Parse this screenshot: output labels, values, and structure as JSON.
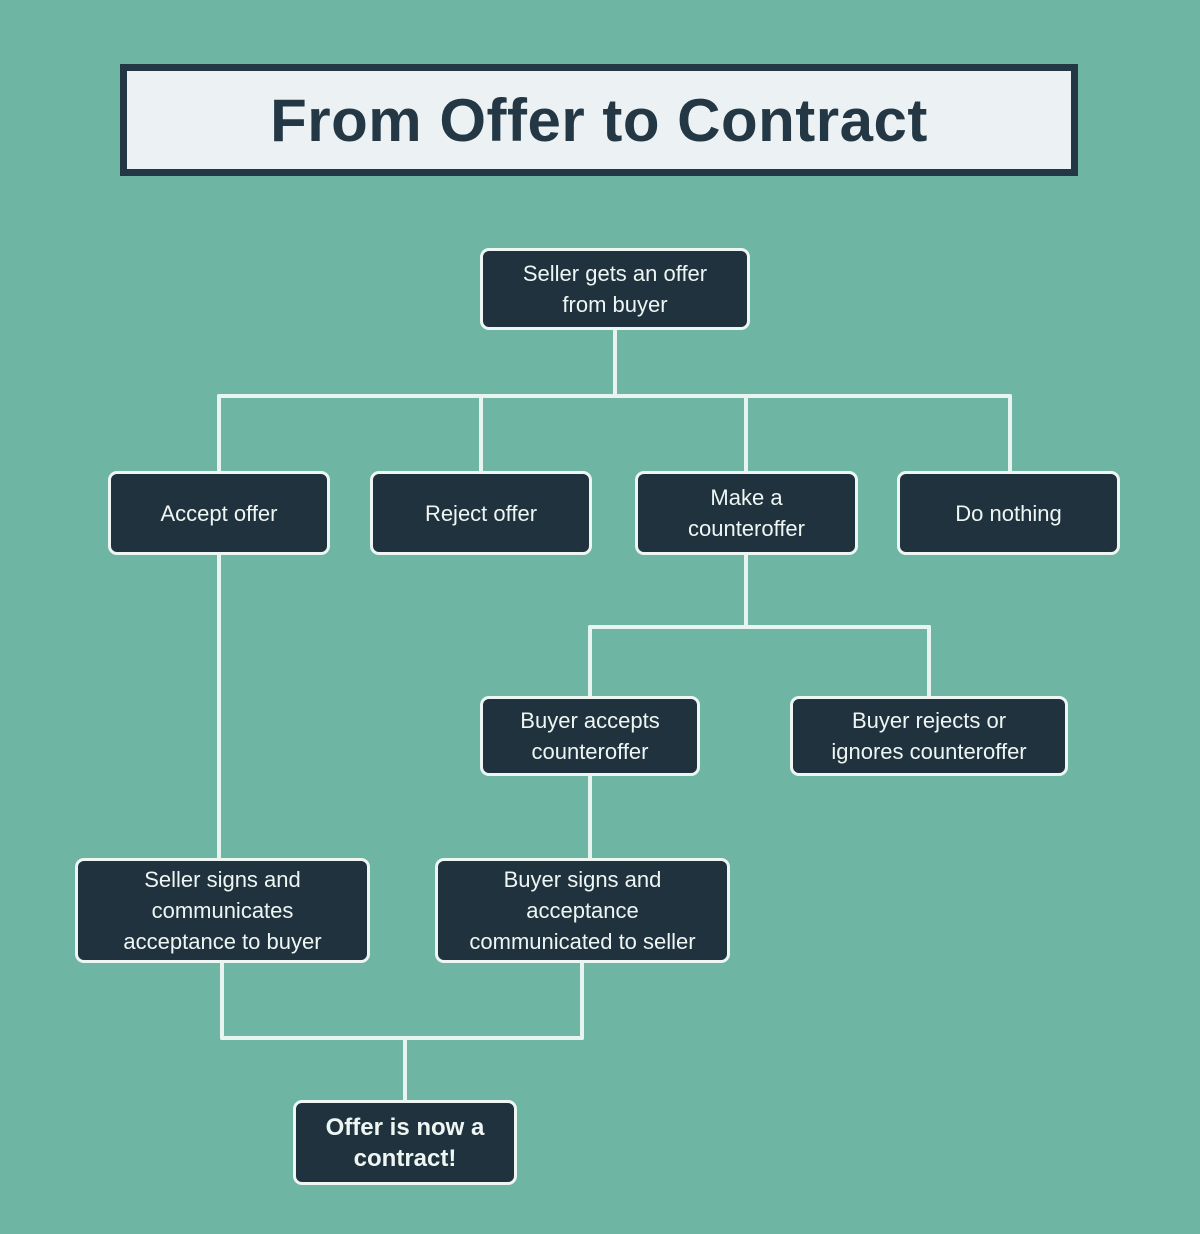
{
  "colors": {
    "bg": "#6eb6a3",
    "node_fill": "#21323f",
    "node_border": "#eef6f3",
    "node_text": "#eef6f3",
    "line": "#e9f3ef",
    "title_bg": "#ecf2f4",
    "title_ink": "#233744"
  },
  "title": {
    "text": "From Offer to Contract"
  },
  "nodes": {
    "seller_offer": {
      "label": "Seller gets an offer from buyer",
      "lines": [
        "Seller gets an offer",
        "from buyer"
      ]
    },
    "accept": {
      "label": "Accept offer",
      "lines": [
        "Accept offer"
      ]
    },
    "reject": {
      "label": "Reject offer",
      "lines": [
        "Reject offer"
      ]
    },
    "counteroffer": {
      "label": "Make a counteroffer",
      "lines": [
        "Make a",
        "counteroffer"
      ]
    },
    "do_nothing": {
      "label": "Do nothing",
      "lines": [
        "Do nothing"
      ]
    },
    "buyer_accepts": {
      "label": "Buyer accepts counteroffer",
      "lines": [
        "Buyer accepts",
        "counteroffer"
      ]
    },
    "buyer_rejects": {
      "label": "Buyer rejects or ignores counteroffer",
      "lines": [
        "Buyer rejects or",
        "ignores counteroffer"
      ]
    },
    "seller_signs": {
      "label": "Seller signs and communicates acceptance to buyer",
      "lines": [
        "Seller signs and",
        "communicates",
        "acceptance to buyer"
      ]
    },
    "buyer_signs": {
      "label": "Buyer signs and acceptance communicated to seller",
      "lines": [
        "Buyer signs and",
        "acceptance",
        "communicated to seller"
      ]
    },
    "contract": {
      "label": "Offer is now a contract!",
      "lines": [
        "Offer is now a",
        "contract!"
      ]
    }
  }
}
